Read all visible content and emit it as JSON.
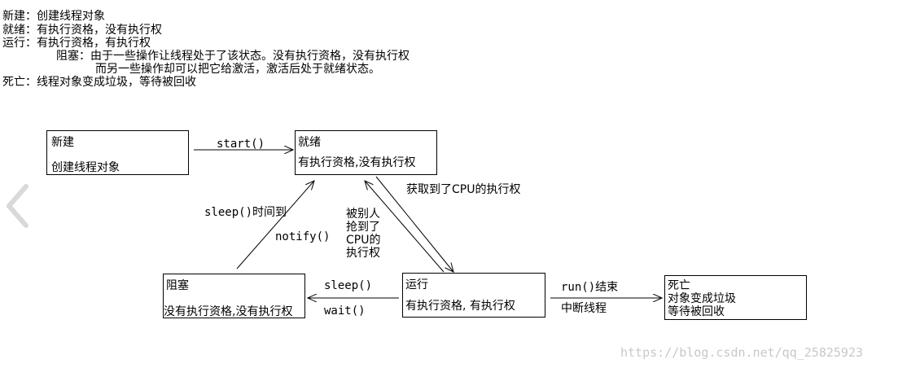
{
  "notes": [
    "新建：创建线程对象",
    "就绪：有执行资格，没有执行权",
    "运行：有执行资格，有执行权",
    "阻塞：由于一些操作让线程处于了该状态。没有执行资格，没有执行权",
    "而另一些操作却可以把它给激活，激活后处于就绪状态。",
    "死亡：线程对象变成垃圾，等待被回收"
  ],
  "states": {
    "new": {
      "title": "新建",
      "line1": "创建线程对象"
    },
    "ready": {
      "title": "就绪",
      "line1": "有执行资格,没有执行权"
    },
    "running": {
      "title": "运行",
      "line1": "有执行资格, 有执行权"
    },
    "blocked": {
      "title": "阻塞",
      "line1": "没有执行资格,没有执行权"
    },
    "dead": {
      "title": "死亡",
      "line1": "对象变成垃圾",
      "line2": "等待被回收"
    }
  },
  "transitions": {
    "start": "start()",
    "got_cpu": "获取到了CPU的执行权",
    "preempted": [
      "被别人",
      "抢到了",
      "CPU的",
      "执行权"
    ],
    "sleep_over": "sleep()时间到",
    "notify": "notify()",
    "sleep": "sleep()",
    "wait": "wait()",
    "run_end": "run()结束",
    "interrupt": "中断线程"
  },
  "watermark": "https://blog.csdn.net/qq_25825923",
  "icons": {
    "nav": "chevron-left-icon"
  },
  "colors": {
    "line": "#000000",
    "nav": "#d9d9d9",
    "watermark": "#c8c8c8"
  }
}
